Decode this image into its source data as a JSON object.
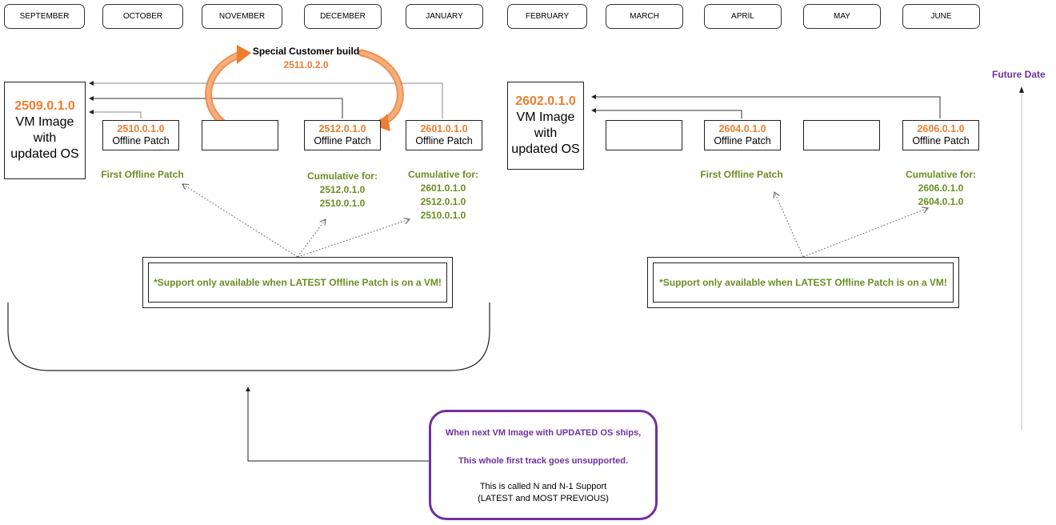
{
  "months": [
    "SEPTEMBER",
    "OCTOBER",
    "NOVEMBER",
    "DECEMBER",
    "JANUARY",
    "FEBRUARY",
    "MARCH",
    "APRIL",
    "MAY",
    "JUNE"
  ],
  "track1": {
    "image": {
      "version": "2509.0.1.0",
      "line1": "VM Image",
      "line2": "with",
      "line3": "updated OS"
    },
    "patches": [
      {
        "version": "2510.0.1.0",
        "label": "Offline Patch"
      },
      {
        "version": "",
        "label": ""
      },
      {
        "version": "2512.0.1.0",
        "label": "Offline Patch"
      },
      {
        "version": "2601.0.1.0",
        "label": "Offline Patch"
      }
    ],
    "special": {
      "title": "Special Customer build",
      "version": "2511.0.2.0"
    },
    "first_offline": "First Offline Patch",
    "cumulative_a": {
      "title": "Cumulative for:",
      "items": [
        "2512.0.1.0",
        "2510.0.1.0"
      ]
    },
    "cumulative_b": {
      "title": "Cumulative for:",
      "items": [
        "2601.0.1.0",
        "2512.0.1.0",
        "2510.0.1.0"
      ]
    },
    "support_note": "*Support only available when LATEST Offline Patch is on a VM!"
  },
  "track2": {
    "image": {
      "version": "2602.0.1.0",
      "line1": "VM Image",
      "line2": "with",
      "line3": "updated OS"
    },
    "patches": [
      {
        "version": "",
        "label": ""
      },
      {
        "version": "2604.0.1.0",
        "label": "Offline Patch"
      },
      {
        "version": "",
        "label": ""
      },
      {
        "version": "2606.0.1.0",
        "label": "Offline Patch"
      }
    ],
    "first_offline": "First Offline Patch",
    "cumulative": {
      "title": "Cumulative for:",
      "items": [
        "2606.0.1.0",
        "2604.0.1.0"
      ]
    },
    "support_note": "*Support only available when LATEST Offline Patch is on a VM!"
  },
  "future_date": "Future Date",
  "callout": {
    "line1": "When next VM Image with UPDATED OS ships,",
    "line2": "This whole first track goes unsupported.",
    "line3": "This is called N and N-1 Support",
    "line4": "(LATEST and MOST PREVIOUS)"
  },
  "colors": {
    "orange": "#ED7D31",
    "green": "#6B8E23",
    "purple": "#7030A0"
  }
}
